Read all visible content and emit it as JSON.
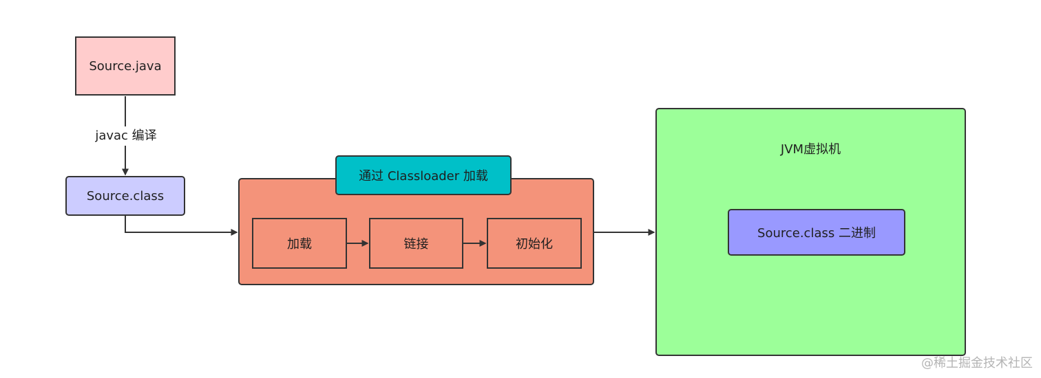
{
  "nodes": {
    "source_java": "Source.java",
    "source_class": "Source.class",
    "loader_title": "通过 Classloader 加载",
    "step_load": "加载",
    "step_link": "链接",
    "step_init": "初始化",
    "jvm_title": "JVM虚拟机",
    "binary": "Source.class 二进制"
  },
  "edges": {
    "compile_label": "javac 编译"
  },
  "watermark": "@稀土掘金技术社区"
}
